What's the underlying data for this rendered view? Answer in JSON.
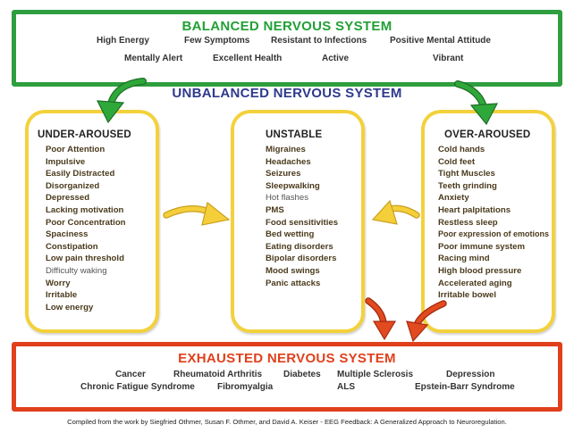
{
  "balanced": {
    "title": "BALANCED NERVOUS SYSTEM",
    "row1": [
      "High Energy",
      "Few Symptoms",
      "Resistant to Infections",
      "Positive Mental Attitude"
    ],
    "row2": [
      "Mentally Alert",
      "Excellent Health",
      "Active",
      "Vibrant"
    ]
  },
  "unbalanced": {
    "title": "UNBALANCED NERVOUS SYSTEM"
  },
  "under_aroused": {
    "title": "UNDER-AROUSED",
    "items": [
      "Poor Attention",
      "Impulsive",
      "Easily Distracted",
      "Disorganized",
      "Depressed",
      "Lacking motivation",
      "Poor Concentration",
      "Spaciness",
      "Constipation",
      "Low pain threshold",
      "Difficulty waking",
      "Worry",
      "Irritable",
      "Low energy"
    ]
  },
  "unstable": {
    "title": "UNSTABLE",
    "items": [
      "Migraines",
      "Headaches",
      "Seizures",
      "Sleepwalking",
      "Hot flashes",
      "PMS",
      "Food sensitivities",
      "Bed wetting",
      "Eating disorders",
      "Bipolar disorders",
      "Mood swings",
      "Panic attacks"
    ]
  },
  "over_aroused": {
    "title": "OVER-AROUSED",
    "items": [
      "Cold hands",
      "Cold feet",
      "Tight Muscles",
      "Teeth grinding",
      "Anxiety",
      "Heart palpitations",
      "Restless sleep",
      "Poor expression of emotions",
      "Poor immune system",
      "Racing mind",
      "High blood pressure",
      "Accelerated aging",
      "Irritable bowel"
    ]
  },
  "exhausted": {
    "title": "EXHAUSTED NERVOUS SYSTEM",
    "row1": [
      "Cancer",
      "Rheumatoid Arthritis",
      "Diabetes",
      "Multiple Sclerosis",
      "Depression"
    ],
    "row2": [
      "Chronic Fatigue Syndrome",
      "Fibromyalgia",
      "ALS",
      "Epstein-Barr Syndrome"
    ]
  },
  "footer": "Compiled from the work by Siegfried Othmer, Susan F. Othmer, and David A. Keiser - EEG Feedback: A Generalized Approach to Neuroregulation.",
  "colors": {
    "balanced": "#2e9e3f",
    "unbalanced": "#2e3a8c",
    "exhausted": "#e0401c",
    "column_border": "#f3d13c",
    "arrow_green": "#2fa83a",
    "arrow_yellow": "#f4cf3a",
    "arrow_red": "#e24a1f"
  },
  "icons": [
    "arrow-curved-green-icon",
    "arrow-curved-yellow-icon",
    "arrow-curved-red-icon"
  ]
}
